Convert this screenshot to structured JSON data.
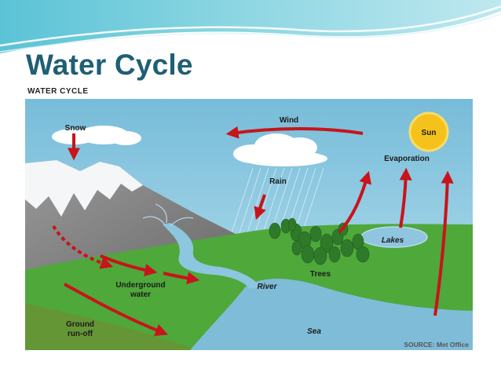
{
  "slide": {
    "title": "Water Cycle",
    "diagram_heading": "WATER CYCLE"
  },
  "diagram": {
    "labels": {
      "snow": "Snow",
      "wind": "Wind",
      "sun": "Sun",
      "evaporation": "Evaporation",
      "rain": "Rain",
      "lakes": "Lakes",
      "underground_line1": "Underground",
      "underground_line2": "water",
      "river": "River",
      "trees": "Trees",
      "ground_line1": "Ground",
      "ground_line2": "run-off",
      "sea": "Sea",
      "source": "SOURCE: Met Office"
    },
    "colors": {
      "title": "#1f5f74",
      "sky": "#7ec0dc",
      "grass": "#4fa83a",
      "water": "#7fbcd8",
      "arrow": "#c8141a",
      "sun": "#f5c21b"
    }
  }
}
